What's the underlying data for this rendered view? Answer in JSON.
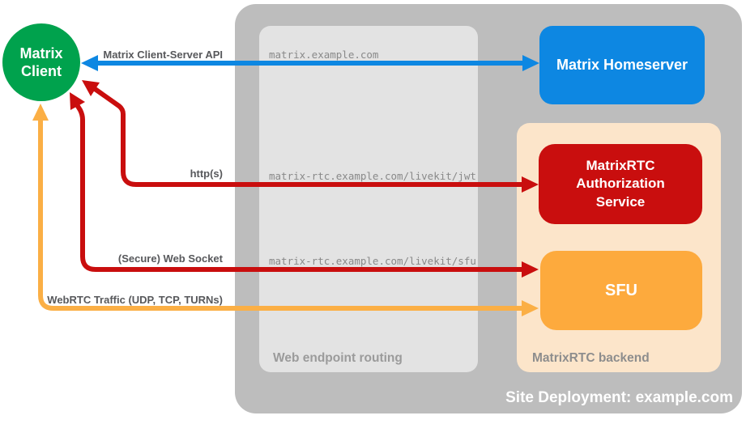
{
  "colors": {
    "green": "#00a24d",
    "blue": "#0d87e2",
    "red": "#c90e0e",
    "orange": "#fdaa3d",
    "orange_arrow": "#fbaf45",
    "peach": "#fce5ca",
    "container_gray": "#bdbdbd",
    "routing_gray": "#e3e3e3",
    "label_gray": "#57585b",
    "url_gray": "#898989",
    "routing_label": "#9b9b9b",
    "backend_label": "#8d8d8d"
  },
  "nodes": {
    "matrix_client": {
      "label": "Matrix Client"
    },
    "matrix_homeserver": {
      "label": "Matrix Homeserver"
    },
    "auth_service": {
      "label": "MatrixRTC Authorization Service"
    },
    "sfu": {
      "label": "SFU"
    }
  },
  "containers": {
    "site_deployment": {
      "label": "Site Deployment: example.com"
    },
    "web_endpoint_routing": {
      "label": "Web endpoint routing"
    },
    "matrixrtc_backend": {
      "label": "MatrixRTC backend"
    }
  },
  "routes": {
    "homeserver_url": "matrix.example.com",
    "jwt_url": "matrix-rtc.example.com/livekit/jwt",
    "sfu_url": "matrix-rtc.example.com/livekit/sfu"
  },
  "connections": {
    "client_server_api": {
      "label": "Matrix Client-Server API"
    },
    "https": {
      "label": "http(s)"
    },
    "web_socket": {
      "label": "(Secure) Web Socket"
    },
    "webrtc": {
      "label": "WebRTC Traffic (UDP, TCP, TURNs)"
    }
  }
}
